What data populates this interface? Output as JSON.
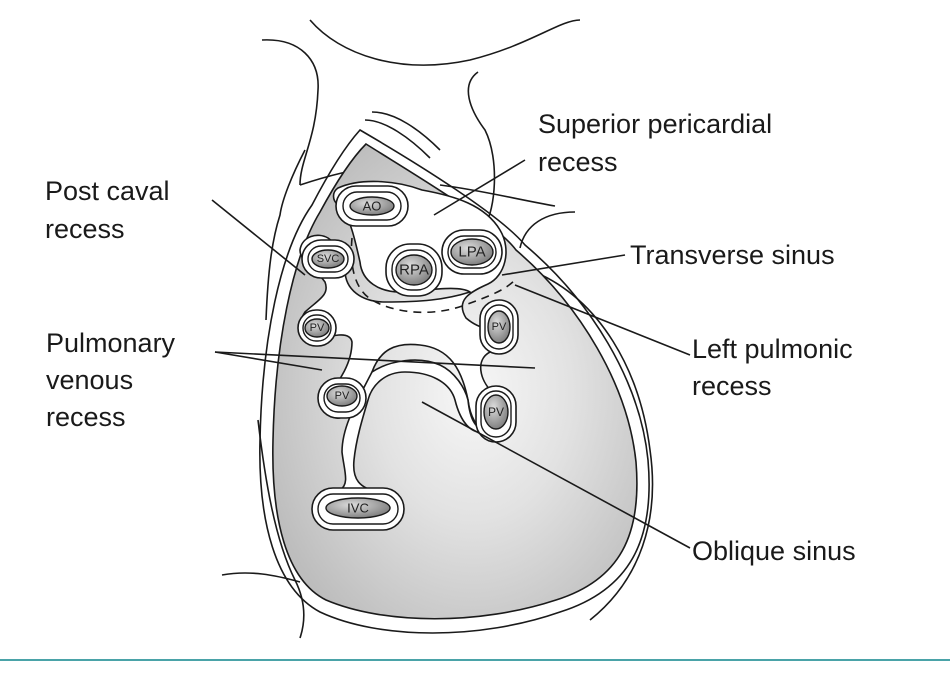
{
  "labels": {
    "post_caval": [
      "Post caval",
      "recess"
    ],
    "superior_pericardial": [
      "Superior pericardial",
      "recess"
    ],
    "transverse_sinus": [
      "Transverse sinus"
    ],
    "pulmonary_venous": [
      "Pulmonary",
      "venous",
      "recess"
    ],
    "left_pulmonic": [
      "Left pulmonic",
      "recess"
    ],
    "oblique_sinus": [
      "Oblique sinus"
    ]
  },
  "vessels": {
    "ao": "AO",
    "svc": "SVC",
    "rpa": "RPA",
    "lpa": "LPA",
    "pv_upper_left": "PV",
    "pv_upper_right": "PV",
    "pv_lower_left": "PV",
    "pv_lower_right": "PV",
    "ivc": "IVC"
  },
  "colors": {
    "line": "#1a1a1a",
    "sac_fill": "#cfcfcf",
    "sac_center": "#f7f7f7",
    "vessel_dark": "#7a7a7a",
    "vessel_light": "#d8d8d8",
    "accent_rule": "#4aa3a8"
  }
}
